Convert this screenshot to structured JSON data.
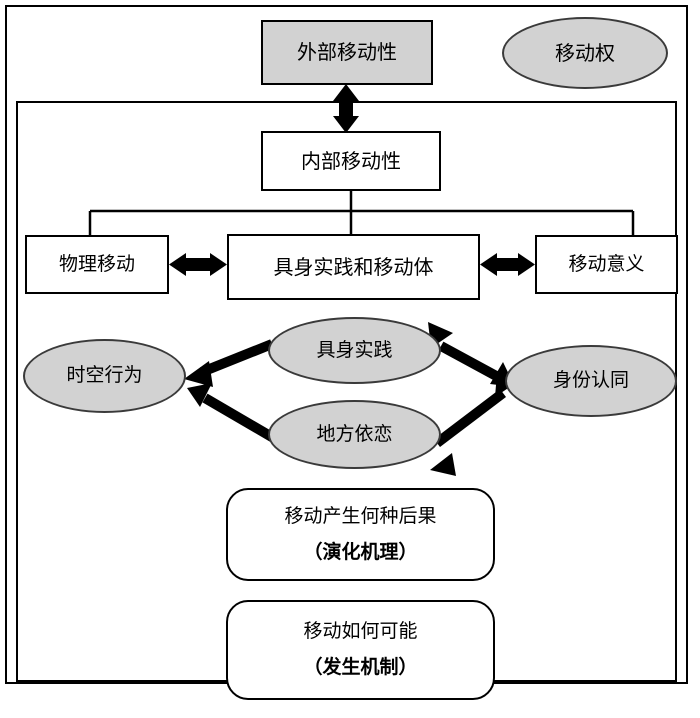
{
  "diagram": {
    "title_present": false,
    "colors": {
      "fill_gray": "#d2d2d2",
      "fill_white": "#ffffff",
      "stroke": "#000000",
      "ellipse_stroke": "#3a3a3a"
    },
    "outer_frame_label": "",
    "inner_frame_label": "",
    "nodes": {
      "external_mobility": "外部移动性",
      "mobility_right": "移动权",
      "internal_mobility": "内部移动性",
      "physical_movement": "物理移动",
      "embodied_practice_and_body": "具身实践和移动体",
      "movement_meaning": "移动意义",
      "spacetime_behavior": "时空行为",
      "embodied_practice": "具身实践",
      "place_attachment": "地方依恋",
      "identity": "身份认同"
    },
    "callouts": {
      "consequence": {
        "line1": "移动产生何种后果",
        "line2": "（演化机理）"
      },
      "possibility": {
        "line1": "移动如何可能",
        "line2": "（发生机制）"
      }
    },
    "connectors": [
      {
        "name": "external-internal",
        "type": "double-arrow-vertical",
        "from": "外部移动性",
        "to": "内部移动性"
      },
      {
        "name": "internal-tree",
        "type": "tree-branch",
        "from": "内部移动性",
        "to": [
          "物理移动",
          "具身实践和移动体",
          "移动意义"
        ]
      },
      {
        "name": "physical-embodied",
        "type": "double-arrow-horizontal",
        "from": "物理移动",
        "to": "具身实践和移动体"
      },
      {
        "name": "embodied-meaning",
        "type": "double-arrow-horizontal",
        "from": "具身实践和移动体",
        "to": "移动意义"
      },
      {
        "name": "practice-spacetime",
        "type": "double-arrow-diagonal",
        "from": "具身实践",
        "to": "时空行为"
      },
      {
        "name": "practice-identity",
        "type": "double-arrow-diagonal",
        "from": "具身实践",
        "to": "身份认同"
      },
      {
        "name": "attachment-spacetime",
        "type": "double-arrow-diagonal",
        "from": "地方依恋",
        "to": "时空行为"
      },
      {
        "name": "attachment-identity",
        "type": "double-arrow-diagonal",
        "from": "地方依恋",
        "to": "身份认同"
      }
    ]
  }
}
